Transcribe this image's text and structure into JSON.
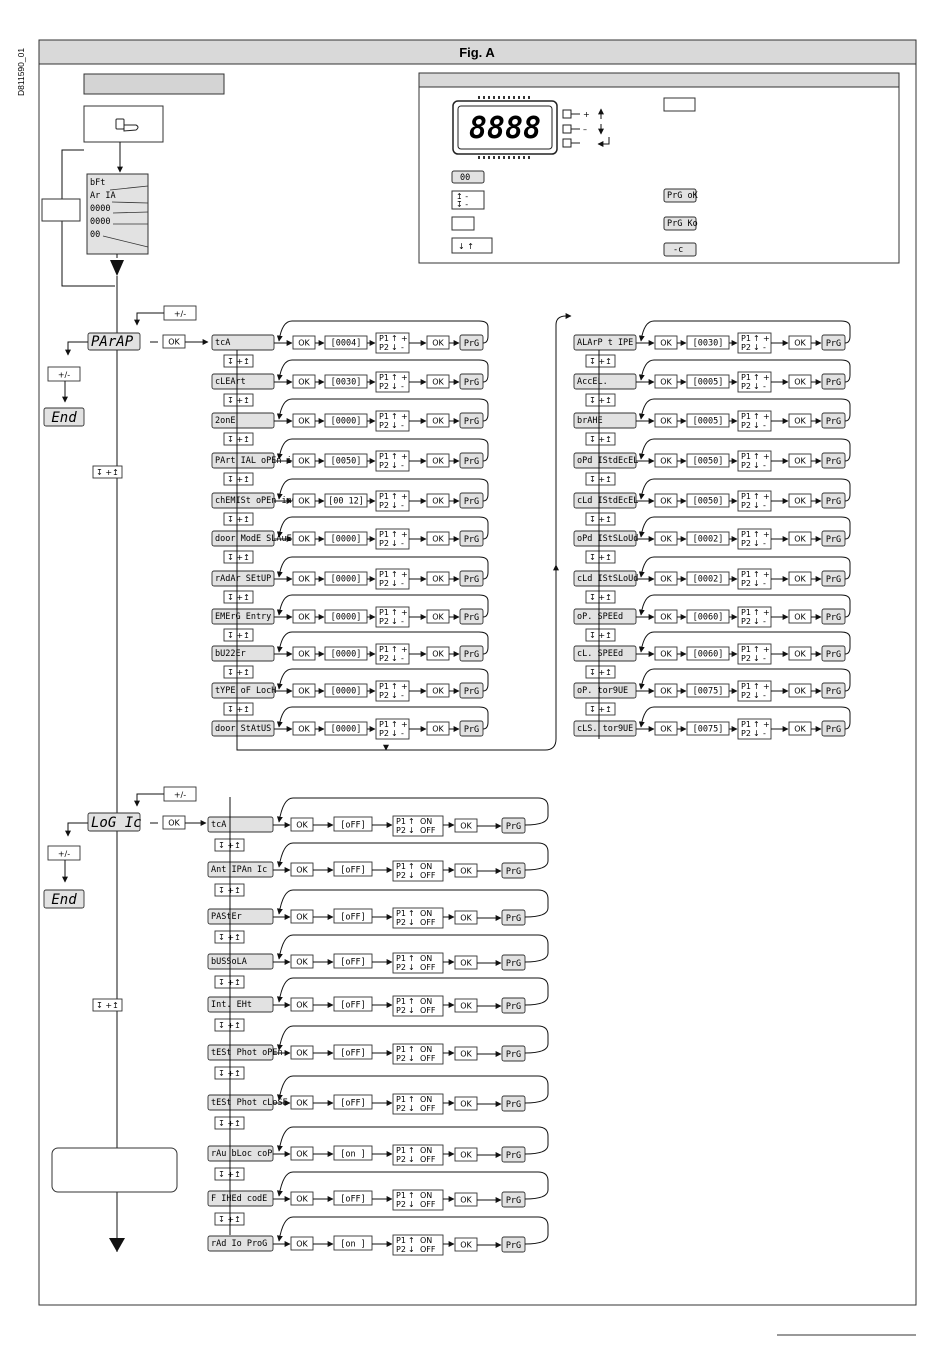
{
  "doc_code": "D811590_01",
  "figure_title": "Fig. A",
  "legend": {
    "display_value": "8888",
    "key_plus": "+",
    "key_minus": "–",
    "pre_box": "00",
    "ok_tag": "PrG oK",
    "ko_tag": "PrG Ko",
    "minus_tag": "-c"
  },
  "startup": {
    "lines": [
      "bFt",
      "Ar IA",
      "0000",
      "0000",
      "00"
    ]
  },
  "nav": {
    "plus_minus": "+/-",
    "end": "End",
    "scroll": "↧ +↥",
    "ok": "OK",
    "prg": "PrG",
    "p1": "P1",
    "p2": "P2",
    "on": "ON",
    "off": "OFF"
  },
  "param_menu": {
    "title": "PArAP",
    "left": [
      {
        "label": "tcA",
        "value": "[0004]"
      },
      {
        "label": "cLEArt",
        "value": "[0030]"
      },
      {
        "label": "2onE",
        "value": "[0000]"
      },
      {
        "label": "PArt IAL oPEn inG",
        "value": "[0050]"
      },
      {
        "label": "chEMISt oPEn inG",
        "value": "[00 12]"
      },
      {
        "label": "door ModE SLAuE",
        "value": "[0000]"
      },
      {
        "label": "rAdAr SEtUP",
        "value": "[0000]"
      },
      {
        "label": "EMErG Entry",
        "value": "[0000]"
      },
      {
        "label": "bU22Er",
        "value": "[0000]"
      },
      {
        "label": "tYPE oF LocH",
        "value": "[0000]"
      },
      {
        "label": "door StAtUS",
        "value": "[0000]"
      }
    ],
    "right": [
      {
        "label": "ALArP t IPE",
        "value": "[0030]"
      },
      {
        "label": "AccEL.",
        "value": "[0005]"
      },
      {
        "label": "brAHE",
        "value": "[0005]"
      },
      {
        "label": "oPd IStdEcEL",
        "value": "[0050]"
      },
      {
        "label": "cLd IStdEcEL",
        "value": "[0050]"
      },
      {
        "label": "oPd IStSLoUd",
        "value": "[0002]"
      },
      {
        "label": "cLd IStSLoUd",
        "value": "[0002]"
      },
      {
        "label": "oP. SPEEd",
        "value": "[0060]"
      },
      {
        "label": "cL. SPEEd",
        "value": "[0060]"
      },
      {
        "label": "oP. tor9UE",
        "value": "[0075]"
      },
      {
        "label": "cLS. tor9UE",
        "value": "[0075]"
      }
    ]
  },
  "logic_menu": {
    "title": "LoG Ic",
    "items": [
      {
        "label": "tcA",
        "value": "[oFF]"
      },
      {
        "label": "Ant IPAn Ic",
        "value": "[oFF]"
      },
      {
        "label": "PAStEr",
        "value": "[oFF]"
      },
      {
        "label": "bUSSoLA",
        "value": "[oFF]"
      },
      {
        "label": "Int. EHt",
        "value": "[oFF]"
      },
      {
        "label": "tESt Phot oPEn",
        "value": "[oFF]"
      },
      {
        "label": "tESt Phot cLoSE",
        "value": "[oFF]"
      },
      {
        "label": "rAu bLoc coP",
        "value": "[on ]"
      },
      {
        "label": "F IHEd codE",
        "value": "[oFF]"
      },
      {
        "label": "rAd Io ProG",
        "value": "[on ]"
      }
    ]
  }
}
